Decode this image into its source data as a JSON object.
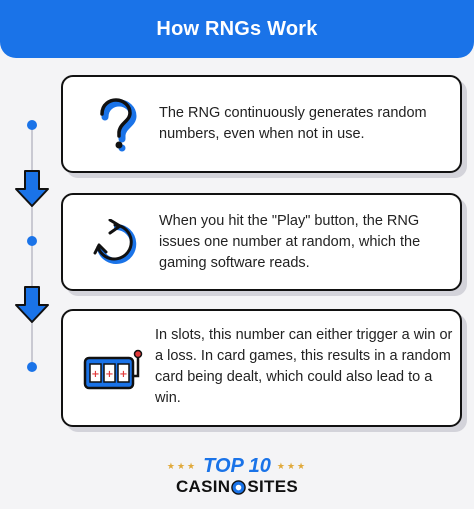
{
  "header": {
    "title": "How RNGs Work"
  },
  "steps": [
    {
      "icon": "question-mark-icon",
      "text": "The RNG continuously generates random numbers, even when not in use."
    },
    {
      "icon": "refresh-icon",
      "text": "When you hit the \"Play\" button, the RNG issues one number at random, which the gaming software reads."
    },
    {
      "icon": "slot-machine-icon",
      "text": "In slots, this number can either trigger a win or a loss. In card games, this results in a random card being dealt, which could also lead to a win."
    }
  ],
  "logo": {
    "top_text": "TOP 10",
    "bottom_left": "CASIN",
    "bottom_right": "SITES"
  },
  "colors": {
    "accent": "#1a73e8",
    "card_border": "#111111",
    "star": "#e1a93a",
    "slot_red": "#e23b3b"
  }
}
